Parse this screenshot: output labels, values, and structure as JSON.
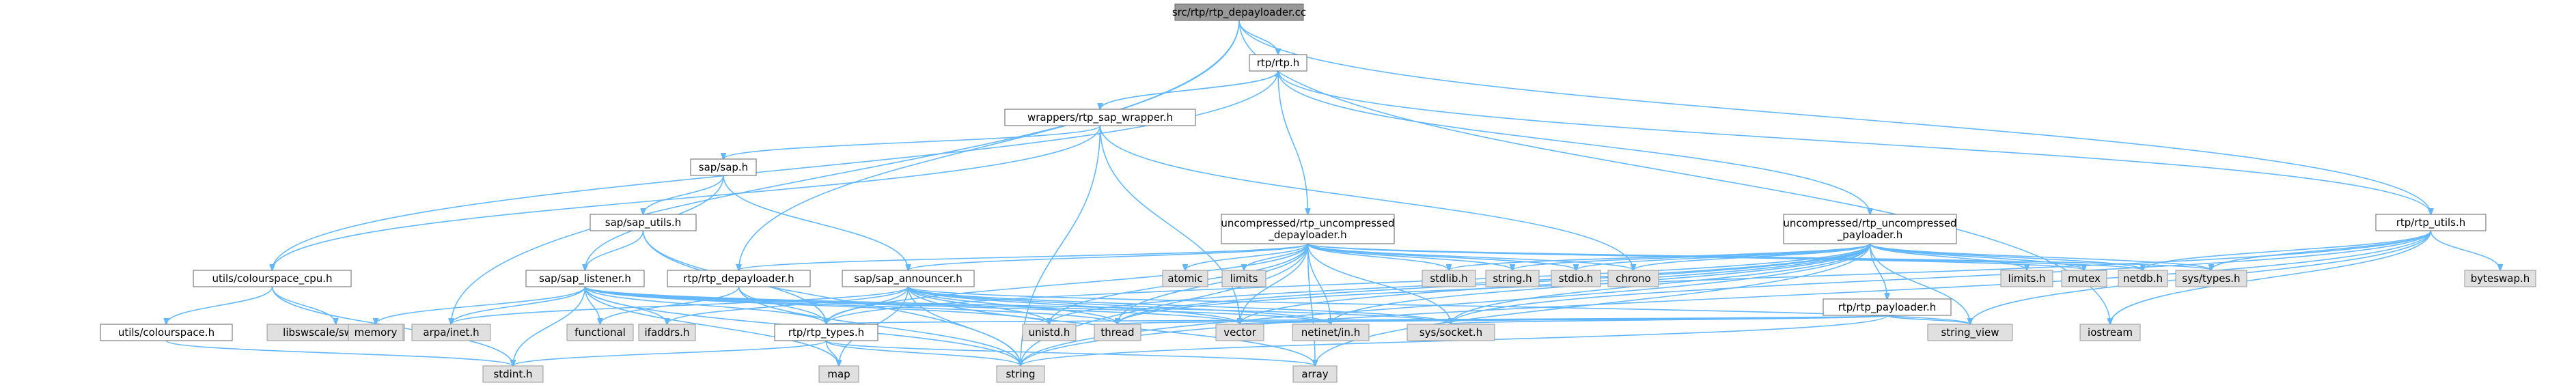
{
  "diagram": {
    "nodes": [
      {
        "id": "root",
        "label": [
          "src/rtp/rtp_depayloader.cc"
        ],
        "kind": "root"
      },
      {
        "id": "rtp_h",
        "label": [
          "rtp/rtp.h"
        ],
        "kind": "int"
      },
      {
        "id": "sap_wrapper",
        "label": [
          "wrappers/rtp_sap_wrapper.h"
        ],
        "kind": "int"
      },
      {
        "id": "sap_h",
        "label": [
          "sap/sap.h"
        ],
        "kind": "int"
      },
      {
        "id": "sap_utils",
        "label": [
          "sap/sap_utils.h"
        ],
        "kind": "int"
      },
      {
        "id": "unc_depay",
        "label": [
          "uncompressed/rtp_uncompressed",
          "_depayloader.h"
        ],
        "kind": "int"
      },
      {
        "id": "unc_pay",
        "label": [
          "uncompressed/rtp_uncompressed",
          "_payloader.h"
        ],
        "kind": "int"
      },
      {
        "id": "rtp_utils",
        "label": [
          "rtp/rtp_utils.h"
        ],
        "kind": "int"
      },
      {
        "id": "colour_cpu",
        "label": [
          "utils/colourspace_cpu.h"
        ],
        "kind": "int"
      },
      {
        "id": "sap_listener",
        "label": [
          "sap/sap_listener.h"
        ],
        "kind": "int"
      },
      {
        "id": "rtp_depay_h",
        "label": [
          "rtp/rtp_depayloader.h"
        ],
        "kind": "int"
      },
      {
        "id": "sap_announcer",
        "label": [
          "sap/sap_announcer.h"
        ],
        "kind": "int"
      },
      {
        "id": "rtp_payloader_h",
        "label": [
          "rtp/rtp_payloader.h"
        ],
        "kind": "int"
      },
      {
        "id": "colourspace_h",
        "label": [
          "utils/colourspace.h"
        ],
        "kind": "int"
      },
      {
        "id": "rtp_types",
        "label": [
          "rtp/rtp_types.h"
        ],
        "kind": "int"
      },
      {
        "id": "libswscale",
        "label": [
          "libswscale/swscale.h"
        ],
        "kind": "ext"
      },
      {
        "id": "atomic",
        "label": [
          "atomic"
        ],
        "kind": "ext"
      },
      {
        "id": "limits",
        "label": [
          "limits"
        ],
        "kind": "ext"
      },
      {
        "id": "stdlib",
        "label": [
          "stdlib.h"
        ],
        "kind": "ext"
      },
      {
        "id": "string_h",
        "label": [
          "string.h"
        ],
        "kind": "ext"
      },
      {
        "id": "stdio",
        "label": [
          "stdio.h"
        ],
        "kind": "ext"
      },
      {
        "id": "chrono",
        "label": [
          "chrono"
        ],
        "kind": "ext"
      },
      {
        "id": "limits_h",
        "label": [
          "limits.h"
        ],
        "kind": "ext"
      },
      {
        "id": "mutex",
        "label": [
          "mutex"
        ],
        "kind": "ext"
      },
      {
        "id": "netdb",
        "label": [
          "netdb.h"
        ],
        "kind": "ext"
      },
      {
        "id": "sys_types",
        "label": [
          "sys/types.h"
        ],
        "kind": "ext"
      },
      {
        "id": "byteswap",
        "label": [
          "byteswap.h"
        ],
        "kind": "ext"
      },
      {
        "id": "memory",
        "label": [
          "memory"
        ],
        "kind": "ext"
      },
      {
        "id": "arpa_inet",
        "label": [
          "arpa/inet.h"
        ],
        "kind": "ext"
      },
      {
        "id": "functional",
        "label": [
          "functional"
        ],
        "kind": "ext"
      },
      {
        "id": "ifaddrs",
        "label": [
          "ifaddrs.h"
        ],
        "kind": "ext"
      },
      {
        "id": "unistd",
        "label": [
          "unistd.h"
        ],
        "kind": "ext"
      },
      {
        "id": "thread",
        "label": [
          "thread"
        ],
        "kind": "ext"
      },
      {
        "id": "vector",
        "label": [
          "vector"
        ],
        "kind": "ext"
      },
      {
        "id": "netinet",
        "label": [
          "netinet/in.h"
        ],
        "kind": "ext"
      },
      {
        "id": "sys_socket",
        "label": [
          "sys/socket.h"
        ],
        "kind": "ext"
      },
      {
        "id": "string_view",
        "label": [
          "string_view"
        ],
        "kind": "ext"
      },
      {
        "id": "iostream",
        "label": [
          "iostream"
        ],
        "kind": "ext"
      },
      {
        "id": "stdint",
        "label": [
          "stdint.h"
        ],
        "kind": "ext"
      },
      {
        "id": "map",
        "label": [
          "map"
        ],
        "kind": "ext"
      },
      {
        "id": "string",
        "label": [
          "string"
        ],
        "kind": "ext"
      },
      {
        "id": "array",
        "label": [
          "array"
        ],
        "kind": "ext"
      }
    ],
    "edges": [
      [
        "root",
        "rtp_h"
      ],
      [
        "root",
        "rtp_depay_h"
      ],
      [
        "root",
        "arpa_inet"
      ],
      [
        "root",
        "rtp_utils"
      ],
      [
        "root",
        "iostream"
      ],
      [
        "rtp_h",
        "sap_wrapper"
      ],
      [
        "rtp_h",
        "unc_depay"
      ],
      [
        "rtp_h",
        "unc_pay"
      ],
      [
        "rtp_h",
        "rtp_utils"
      ],
      [
        "rtp_h",
        "colour_cpu"
      ],
      [
        "sap_wrapper",
        "rtp_h"
      ],
      [
        "sap_wrapper",
        "sap_h"
      ],
      [
        "sap_wrapper",
        "colour_cpu"
      ],
      [
        "sap_wrapper",
        "chrono"
      ],
      [
        "sap_wrapper",
        "vector"
      ],
      [
        "sap_wrapper",
        "string"
      ],
      [
        "sap_h",
        "sap_utils"
      ],
      [
        "sap_h",
        "sap_announcer"
      ],
      [
        "sap_h",
        "sap_listener"
      ],
      [
        "sap_utils",
        "sap_listener"
      ],
      [
        "sap_utils",
        "rtp_types"
      ],
      [
        "sap_utils",
        "string"
      ],
      [
        "colour_cpu",
        "colourspace_h"
      ],
      [
        "colour_cpu",
        "libswscale"
      ],
      [
        "colour_cpu",
        "stdint"
      ],
      [
        "colourspace_h",
        "stdint"
      ],
      [
        "sap_listener",
        "memory"
      ],
      [
        "sap_listener",
        "arpa_inet"
      ],
      [
        "sap_listener",
        "functional"
      ],
      [
        "sap_listener",
        "ifaddrs"
      ],
      [
        "sap_listener",
        "unistd"
      ],
      [
        "sap_listener",
        "thread"
      ],
      [
        "sap_listener",
        "vector"
      ],
      [
        "sap_listener",
        "netinet"
      ],
      [
        "sap_listener",
        "sys_socket"
      ],
      [
        "sap_listener",
        "stdint"
      ],
      [
        "sap_listener",
        "map"
      ],
      [
        "sap_listener",
        "string"
      ],
      [
        "sap_listener",
        "rtp_types"
      ],
      [
        "rtp_depay_h",
        "rtp_types"
      ],
      [
        "rtp_depay_h",
        "functional"
      ],
      [
        "rtp_depay_h",
        "string"
      ],
      [
        "sap_announcer",
        "rtp_types"
      ],
      [
        "sap_announcer",
        "arpa_inet"
      ],
      [
        "sap_announcer",
        "ifaddrs"
      ],
      [
        "sap_announcer",
        "unistd"
      ],
      [
        "sap_announcer",
        "thread"
      ],
      [
        "sap_announcer",
        "vector"
      ],
      [
        "sap_announcer",
        "netinet"
      ],
      [
        "sap_announcer",
        "sys_socket"
      ],
      [
        "sap_announcer",
        "string_view"
      ],
      [
        "sap_announcer",
        "map"
      ],
      [
        "sap_announcer",
        "string"
      ],
      [
        "sap_announcer",
        "array"
      ],
      [
        "unc_depay",
        "rtp_depay_h"
      ],
      [
        "unc_depay",
        "sap_announcer"
      ],
      [
        "unc_depay",
        "rtp_types"
      ],
      [
        "unc_depay",
        "atomic"
      ],
      [
        "unc_depay",
        "limits"
      ],
      [
        "unc_depay",
        "stdlib"
      ],
      [
        "unc_depay",
        "string_h"
      ],
      [
        "unc_depay",
        "stdio"
      ],
      [
        "unc_depay",
        "chrono"
      ],
      [
        "unc_depay",
        "mutex"
      ],
      [
        "unc_depay",
        "netdb"
      ],
      [
        "unc_depay",
        "sys_types"
      ],
      [
        "unc_depay",
        "unistd"
      ],
      [
        "unc_depay",
        "thread"
      ],
      [
        "unc_depay",
        "vector"
      ],
      [
        "unc_depay",
        "netinet"
      ],
      [
        "unc_depay",
        "sys_socket"
      ],
      [
        "unc_depay",
        "string"
      ],
      [
        "unc_depay",
        "array"
      ],
      [
        "unc_pay",
        "rtp_payloader_h"
      ],
      [
        "unc_pay",
        "rtp_types"
      ],
      [
        "unc_pay",
        "stdlib"
      ],
      [
        "unc_pay",
        "string_h"
      ],
      [
        "unc_pay",
        "stdio"
      ],
      [
        "unc_pay",
        "chrono"
      ],
      [
        "unc_pay",
        "limits_h"
      ],
      [
        "unc_pay",
        "mutex"
      ],
      [
        "unc_pay",
        "netdb"
      ],
      [
        "unc_pay",
        "sys_types"
      ],
      [
        "unc_pay",
        "unistd"
      ],
      [
        "unc_pay",
        "thread"
      ],
      [
        "unc_pay",
        "vector"
      ],
      [
        "unc_pay",
        "netinet"
      ],
      [
        "unc_pay",
        "sys_socket"
      ],
      [
        "unc_pay",
        "string_view"
      ],
      [
        "unc_pay",
        "string"
      ],
      [
        "unc_pay",
        "array"
      ],
      [
        "rtp_payloader_h",
        "rtp_types"
      ],
      [
        "rtp_payloader_h",
        "thread"
      ],
      [
        "rtp_payloader_h",
        "vector"
      ],
      [
        "rtp_payloader_h",
        "sys_socket"
      ],
      [
        "rtp_payloader_h",
        "string_view"
      ],
      [
        "rtp_payloader_h",
        "string"
      ],
      [
        "rtp_utils",
        "netdb"
      ],
      [
        "rtp_utils",
        "sys_types"
      ],
      [
        "rtp_utils",
        "byteswap"
      ],
      [
        "rtp_utils",
        "sys_socket"
      ],
      [
        "rtp_utils",
        "string_view"
      ],
      [
        "rtp_utils",
        "iostream"
      ],
      [
        "rtp_utils",
        "thread"
      ],
      [
        "rtp_utils",
        "string"
      ],
      [
        "rtp_types",
        "stdint"
      ],
      [
        "rtp_types",
        "map"
      ],
      [
        "rtp_types",
        "string"
      ],
      [
        "rtp_types",
        "array"
      ]
    ]
  }
}
